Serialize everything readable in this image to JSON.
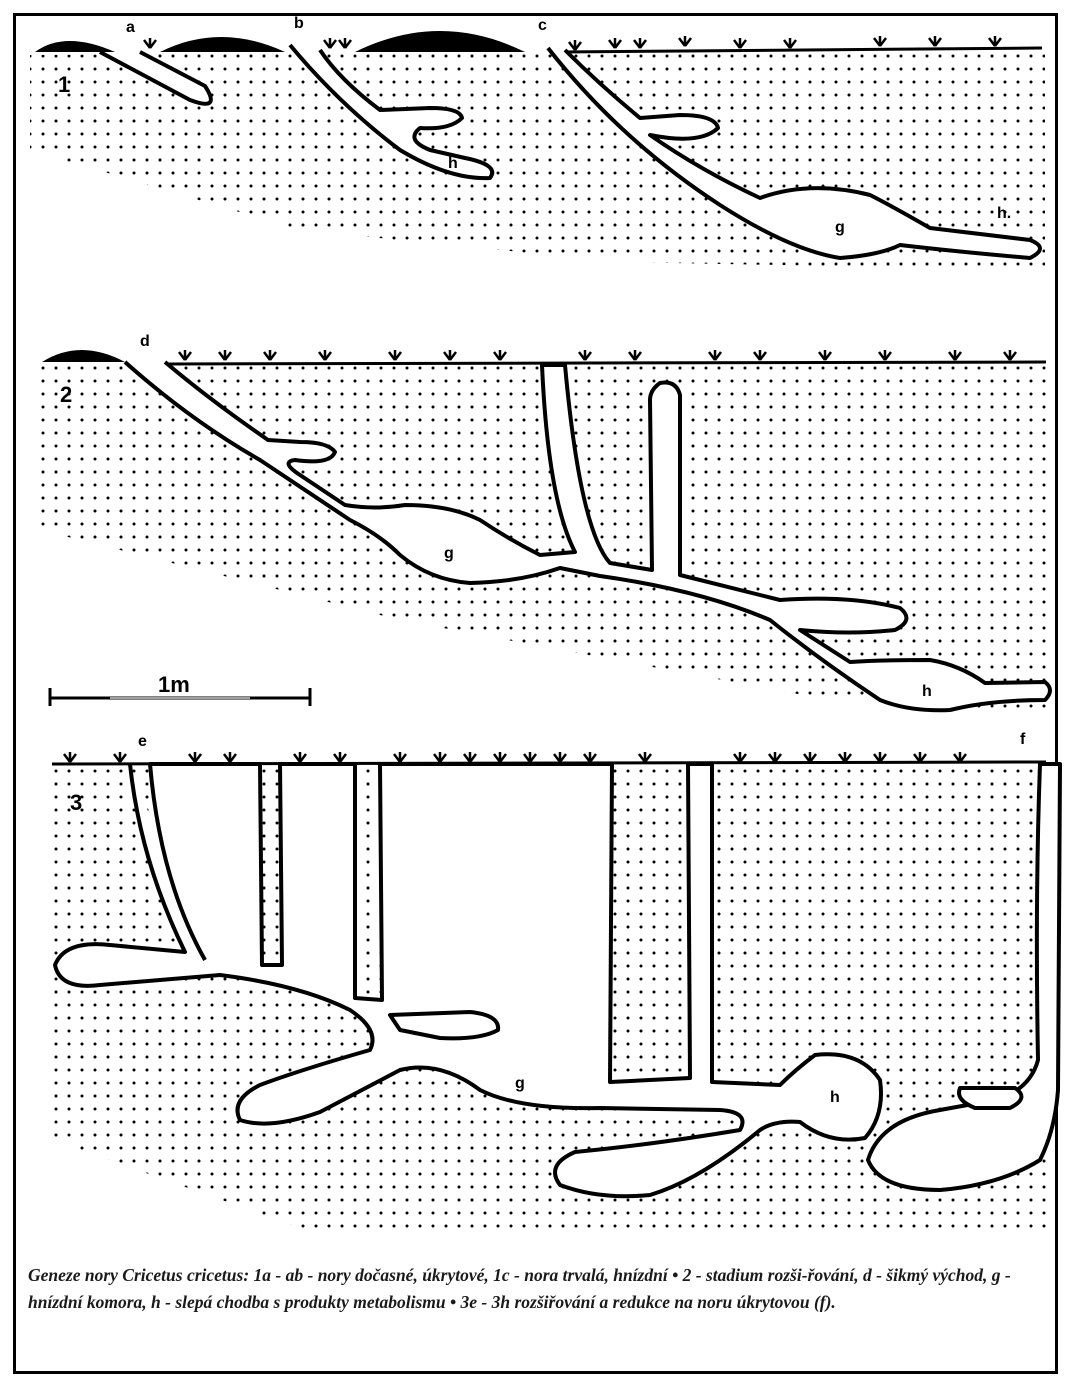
{
  "figure": {
    "panels": [
      {
        "number": "1",
        "letters": [
          "a",
          "b",
          "c",
          "h",
          "g",
          "h."
        ]
      },
      {
        "number": "2",
        "letters": [
          "d",
          "g",
          "h"
        ]
      },
      {
        "number": "3",
        "letters": [
          "e",
          "f",
          "g",
          "h"
        ]
      }
    ],
    "scale_bar": {
      "label": "1m"
    }
  },
  "caption": "Geneze nory Cricetus cricetus: 1a - ab - nory dočasné, úkrytové, 1c - nora trvalá, hnízdní • 2 - stadium rozši-řování, d - šikmý východ, g - hnízdní komora, h - slepá chodba s produkty metabolismu • 3e - 3h rozšiřování a redukce na noru úkrytovou (f).",
  "colors": {
    "ink": "#000000",
    "soil_dots": "#000000",
    "paper": "#ffffff"
  }
}
